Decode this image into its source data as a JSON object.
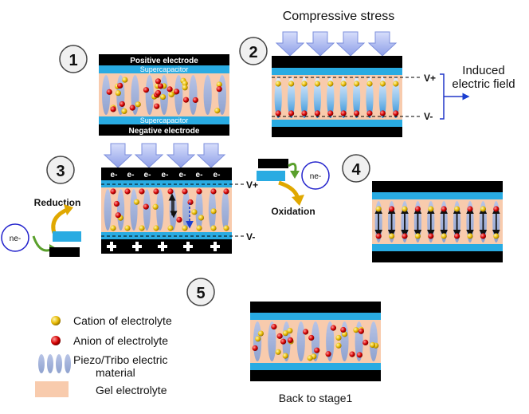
{
  "steps": [
    "1",
    "2",
    "3",
    "4",
    "5"
  ],
  "stage1": {
    "positive_electrode": "Positive electrode",
    "negative_electrode": "Negative electrode",
    "top_layer": "Supercapacitor",
    "bottom_layer": "Supercapacitor"
  },
  "stage2": {
    "stress_label": "Compressive stress",
    "v_plus": "V+",
    "v_minus": "V-",
    "field_label_line1": "Induced",
    "field_label_line2": "electric field"
  },
  "stage3": {
    "electron_label": "e-",
    "v_plus": "V+",
    "v_minus": "V-",
    "reduction_label": "Reduction",
    "oxidation_label": "Oxidation",
    "ne_label": "ne-"
  },
  "legend": {
    "cation": "Cation of electrolyte",
    "anion": "Anion of electrolyte",
    "material_line1": "Piezo/Tribo electric",
    "material_line2": "material",
    "gel": "Gel electrolyte"
  },
  "stage5_caption": "Back to stage1",
  "colors": {
    "electrode": "#000000",
    "supercapacitor": "#29abe2",
    "gel": "#f8cbad",
    "piezo": "#9dafd6",
    "cation": "#e6b800",
    "anion": "#d40000",
    "arrow": "#a3b4f0"
  }
}
